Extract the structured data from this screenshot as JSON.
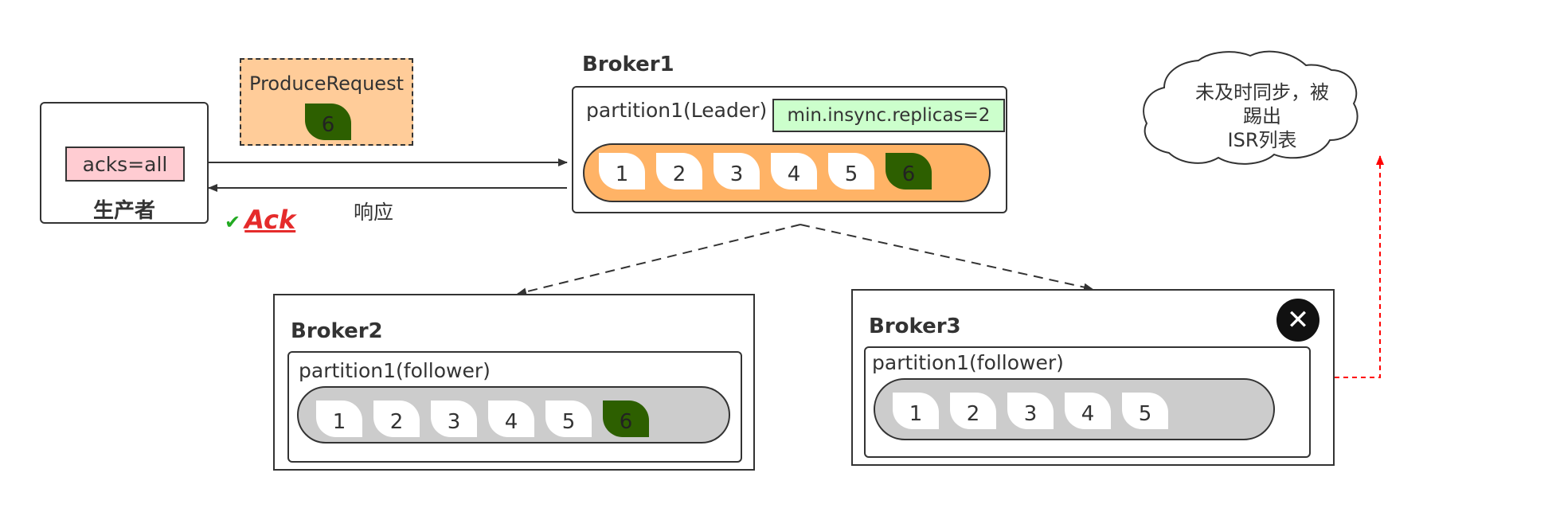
{
  "producer": {
    "acks": "acks=all",
    "name": "生产者"
  },
  "request": {
    "label": "ProduceRequest",
    "msg": "6"
  },
  "response_label": "响应",
  "ack_label": "Ack",
  "brokers": [
    {
      "name": "Broker1",
      "partition": "partition1(Leader)",
      "min_isr": "min.insync.replicas=2",
      "messages": [
        "1",
        "2",
        "3",
        "4",
        "5",
        "6"
      ]
    },
    {
      "name": "Broker2",
      "partition": "partition1(follower)",
      "messages": [
        "1",
        "2",
        "3",
        "4",
        "5",
        "6"
      ]
    },
    {
      "name": "Broker3",
      "partition": "partition1(follower)",
      "messages": [
        "1",
        "2",
        "3",
        "4",
        "5"
      ]
    }
  ],
  "cloud_text": {
    "line1": "未及时同步，被踢出",
    "line2": "ISR列表"
  },
  "colors": {
    "acks_bg": "#ffccd2",
    "request_bg": "#ffcc99",
    "leader_queue": "#ffb366",
    "follower_queue": "#cccccc",
    "new_message": "#2d5f00",
    "min_isr_bg": "#ccffcc",
    "isr_eject_arrow": "#ff0000"
  }
}
